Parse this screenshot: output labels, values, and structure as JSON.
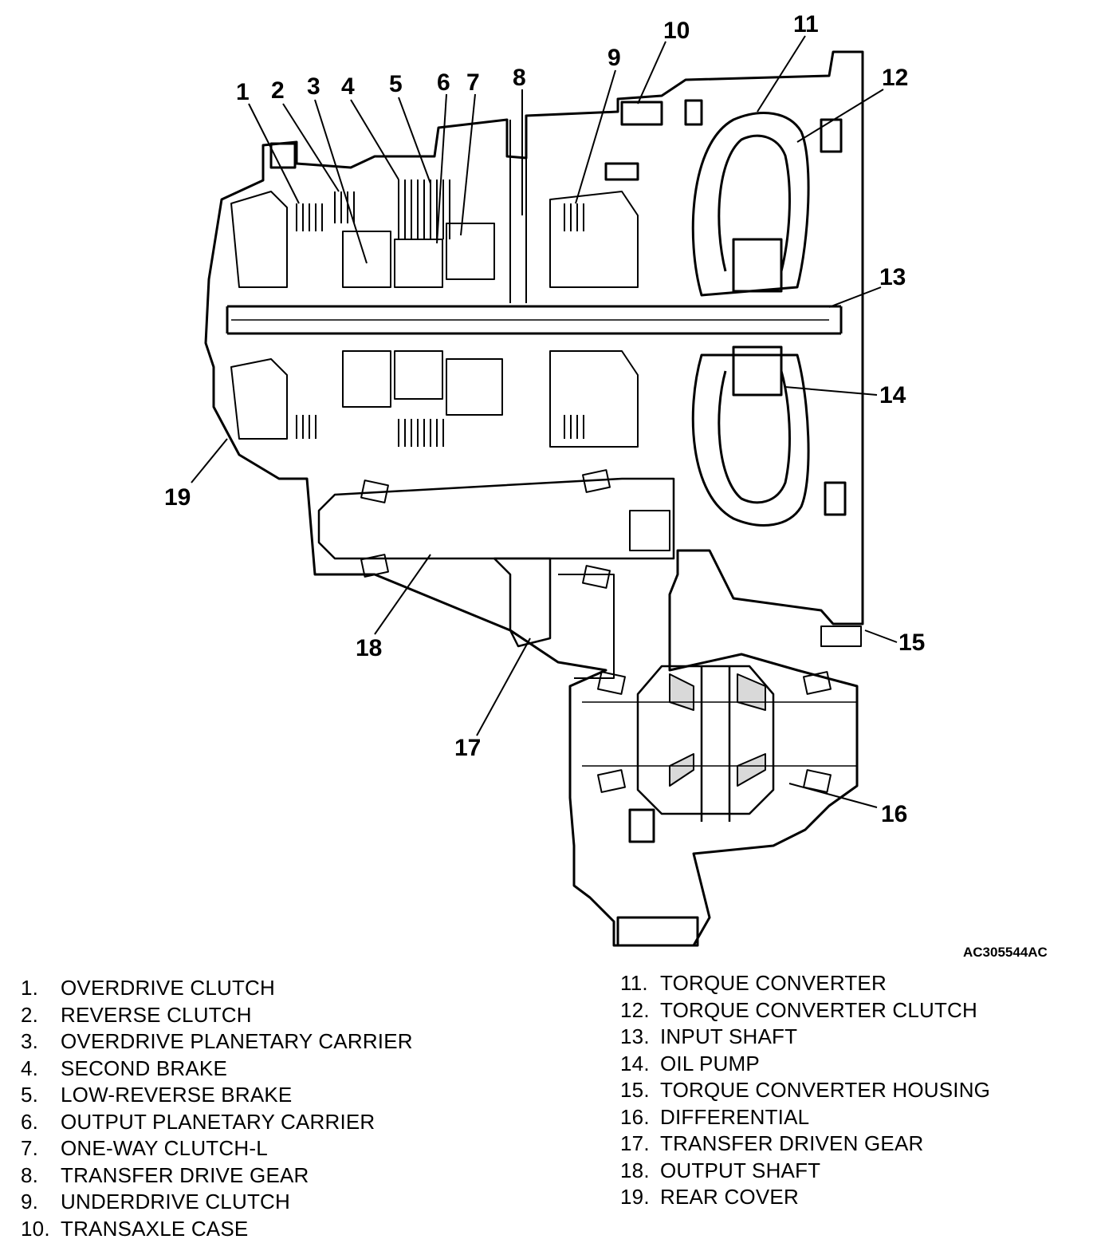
{
  "figure_id": "AC305544AC",
  "callouts": [
    "1",
    "2",
    "3",
    "4",
    "5",
    "6",
    "7",
    "8",
    "9",
    "10",
    "11",
    "12",
    "13",
    "14",
    "15",
    "16",
    "17",
    "18",
    "19"
  ],
  "legend_left": [
    {
      "num": "1.",
      "label": "OVERDRIVE CLUTCH"
    },
    {
      "num": "2.",
      "label": "REVERSE CLUTCH"
    },
    {
      "num": "3.",
      "label": "OVERDRIVE PLANETARY CARRIER"
    },
    {
      "num": "4.",
      "label": "SECOND BRAKE"
    },
    {
      "num": "5.",
      "label": "LOW-REVERSE BRAKE"
    },
    {
      "num": "6.",
      "label": "OUTPUT PLANETARY CARRIER"
    },
    {
      "num": "7.",
      "label": "ONE-WAY CLUTCH-L"
    },
    {
      "num": "8.",
      "label": "TRANSFER DRIVE GEAR"
    },
    {
      "num": "9.",
      "label": "UNDERDRIVE CLUTCH"
    },
    {
      "num": "10.",
      "label": "TRANSAXLE CASE"
    }
  ],
  "legend_right": [
    {
      "num": "11.",
      "label": "TORQUE CONVERTER"
    },
    {
      "num": "12.",
      "label": "TORQUE CONVERTER CLUTCH"
    },
    {
      "num": "13.",
      "label": "INPUT SHAFT"
    },
    {
      "num": "14.",
      "label": "OIL PUMP"
    },
    {
      "num": "15.",
      "label": "TORQUE CONVERTER HOUSING"
    },
    {
      "num": "16.",
      "label": "DIFFERENTIAL"
    },
    {
      "num": "17.",
      "label": "TRANSFER DRIVEN GEAR"
    },
    {
      "num": "18.",
      "label": "OUTPUT SHAFT"
    },
    {
      "num": "19.",
      "label": "REAR COVER"
    }
  ]
}
